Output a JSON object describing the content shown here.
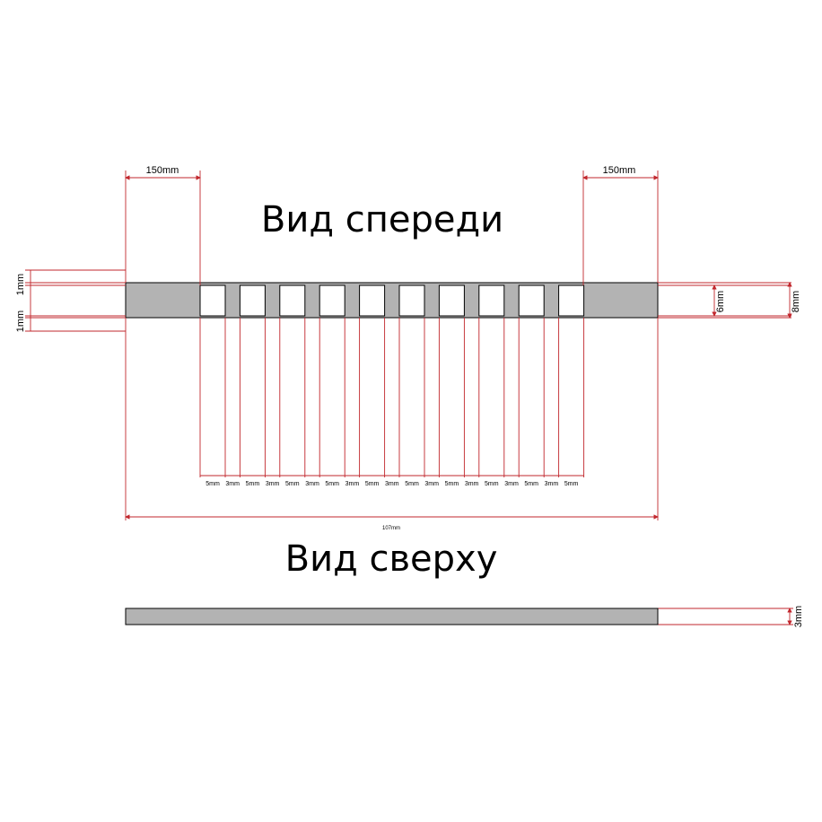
{
  "front_view": {
    "title": "Вид спереди",
    "left_margin_label": "150mm",
    "right_margin_label": "150mm",
    "total_width_label": "107mm",
    "inner_height_label": "6mm",
    "outer_height_label": "8mm",
    "top_offset_label": "1mm",
    "bottom_offset_label": "1mm",
    "segment_labels": [
      "5mm",
      "3mm",
      "5mm",
      "3mm",
      "5mm",
      "3mm",
      "5mm",
      "3mm",
      "5mm",
      "3mm",
      "5mm",
      "3mm",
      "5mm",
      "3mm",
      "5mm",
      "3mm",
      "5mm",
      "3mm",
      "5mm"
    ],
    "hole_count": 10
  },
  "top_view": {
    "title": "Вид сверху",
    "thickness_label": "3mm"
  },
  "colors": {
    "part_fill": "#b3b3b3",
    "outline": "#000000",
    "dimension": "#c1272d"
  }
}
